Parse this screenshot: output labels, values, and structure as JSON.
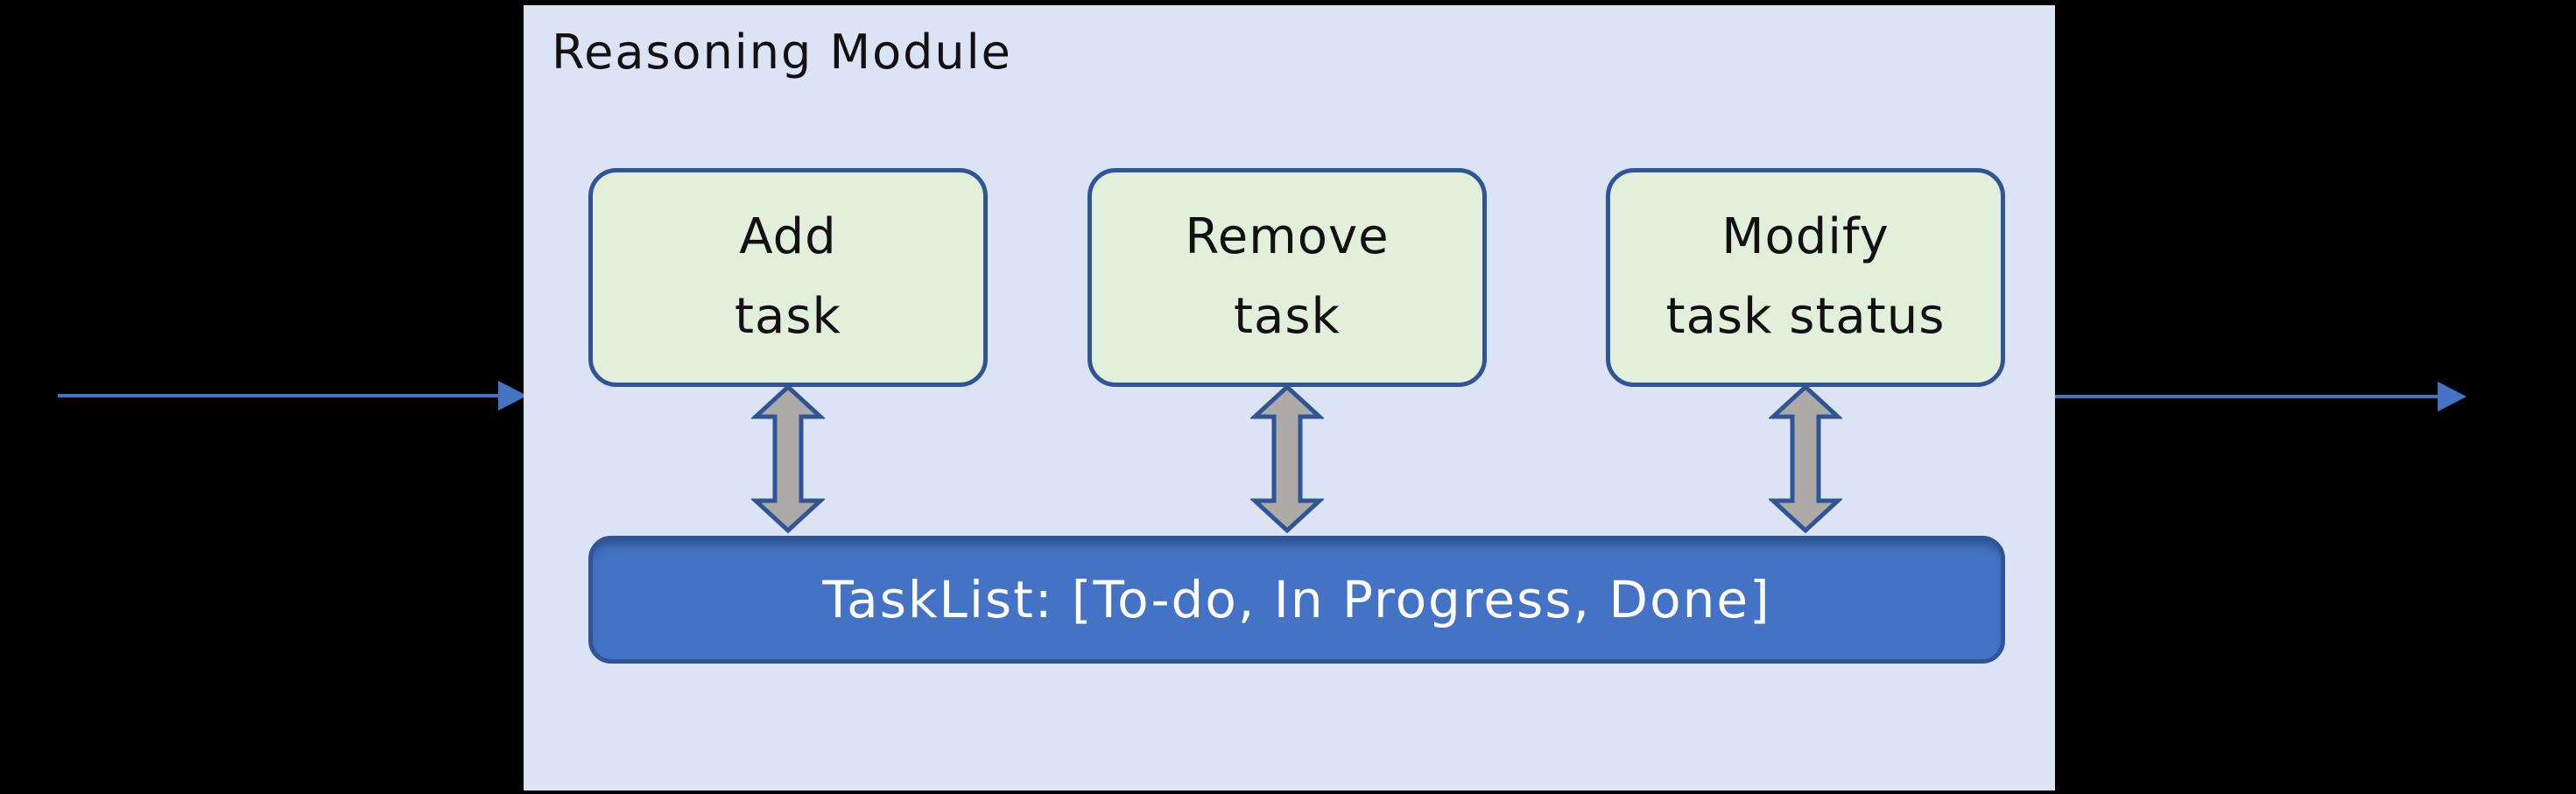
{
  "module": {
    "title": "Reasoning Module",
    "operations": [
      {
        "label": "Add\ntask"
      },
      {
        "label": "Remove\ntask"
      },
      {
        "label": "Modify\ntask status"
      }
    ],
    "tasklist_label": "TaskList: [To-do, In Progress, Done]",
    "icons": {
      "input_arrow": "right-arrow",
      "output_arrow": "right-arrow",
      "link_arrow": "up-down-double-arrow"
    },
    "colors": {
      "background": "#000000",
      "panel_fill": "#DCE3F4",
      "box_fill": "#E2EFDA",
      "outline_blue": "#2F5597",
      "bar_fill": "#4472C4",
      "arrow_gray": "#AEAAA8",
      "flow_arrow_blue": "#4472C4",
      "box_text": "#111111",
      "bar_text": "#FFFFFF"
    }
  }
}
